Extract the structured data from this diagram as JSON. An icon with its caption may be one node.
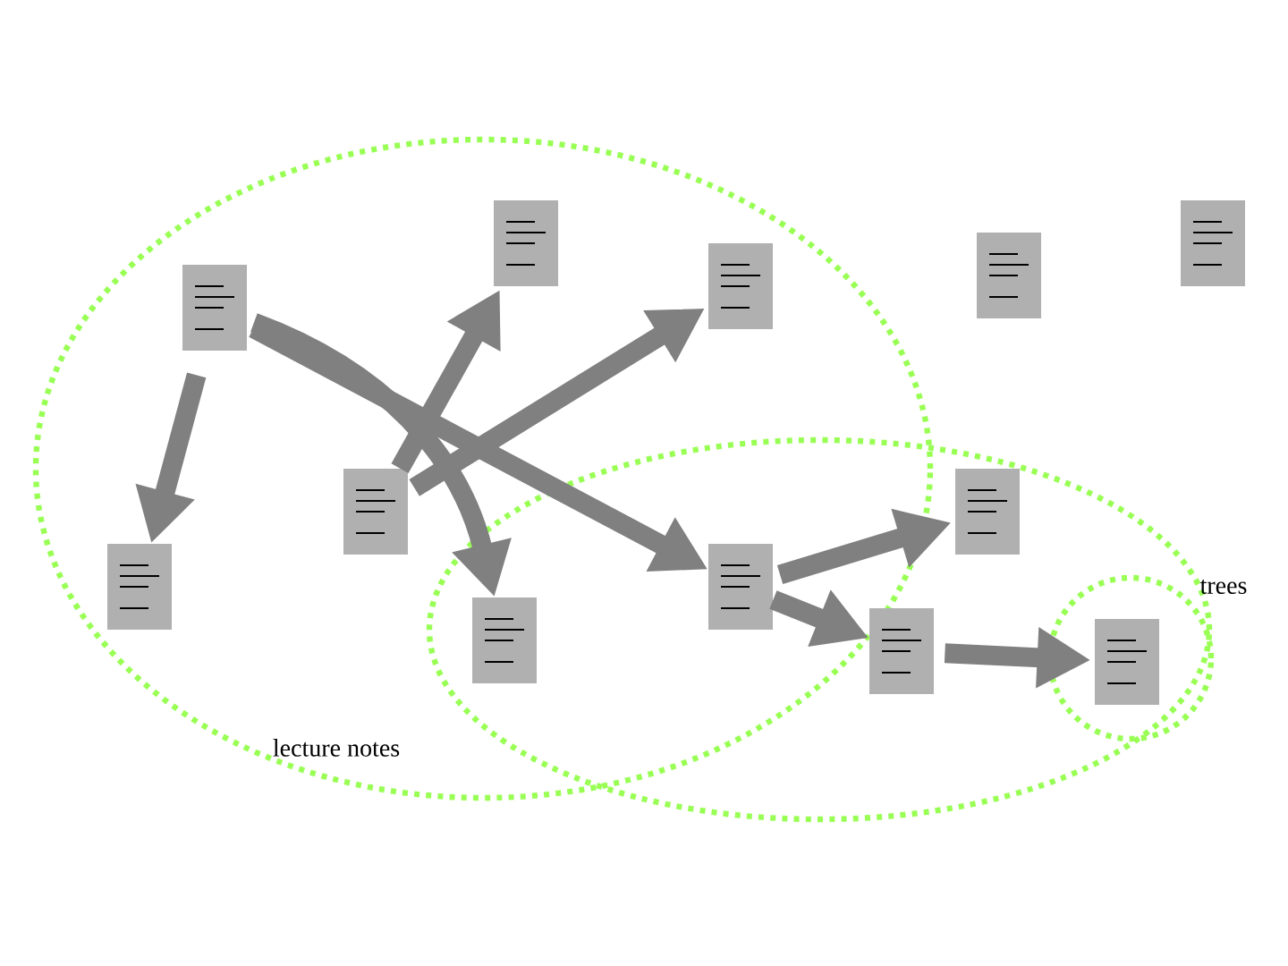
{
  "diagram": {
    "nodes": [
      {
        "text": [
          "lecture notes"
        ]
      },
      {
        "text": [],
        "shape": "ellipse"
      },
      {
        "text": [
          "trees"
        ],
        "in": 1
      },
      {
        "text": [],
        "shape": "document",
        "in": 0
      },
      {
        "text": [],
        "shape": "document",
        "in": 0
      },
      {
        "text": [],
        "shape": "document"
      },
      {
        "text": [],
        "shape": "document"
      },
      {
        "text": [],
        "shape": "document",
        "in": 0
      },
      {
        "text": [],
        "shape": "document",
        "in": 0
      },
      {
        "text": [],
        "shape": "document",
        "in": 1
      },
      {
        "text": [],
        "shape": "document",
        "in": 0
      },
      {
        "text": [],
        "shape": "document"
      },
      {
        "text": [],
        "shape": "document"
      },
      {
        "text": [],
        "shape": "document",
        "in": 1
      },
      {
        "text": [],
        "shape": "document",
        "in": 2
      }
    ],
    "edges": [
      {
        "from": 7,
        "to": 10,
        "arrow": "to"
      },
      {
        "from": 7,
        "to": 12,
        "arrow": "to"
      },
      {
        "from": 7,
        "to": 11,
        "arrow": "to"
      },
      {
        "from": 8,
        "to": 3,
        "arrow": "to"
      },
      {
        "from": 8,
        "to": 4,
        "arrow": "to"
      },
      {
        "from": 11,
        "to": 9,
        "arrow": "to"
      },
      {
        "from": 11,
        "to": 13,
        "arrow": "to"
      },
      {
        "from": 13,
        "to": 14,
        "arrow": "to"
      }
    ]
  }
}
